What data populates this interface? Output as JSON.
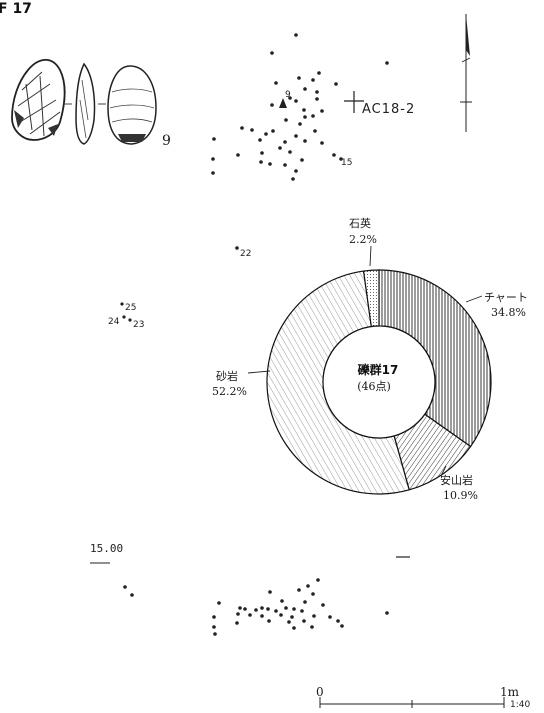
{
  "figure": {
    "heading": "F 17",
    "grid_code": "AC18-2",
    "elevation_label": "15.00",
    "artifact_number": "9",
    "artifact_marker": "9",
    "scale": {
      "start": "0",
      "end": "1m",
      "ratio": "1:40"
    }
  },
  "point_labels": [
    "15",
    "22",
    "25",
    "24",
    "23"
  ],
  "chart_data": {
    "type": "pie",
    "title": "礫群17",
    "subtitle": "(46点)",
    "slices": [
      {
        "name": "チャート",
        "percent": "34.8%",
        "value": 34.8,
        "pattern": "vertical-lines"
      },
      {
        "name": "安山岩",
        "percent": "10.9%",
        "value": 10.9,
        "pattern": "diagonal-lines"
      },
      {
        "name": "砂岩",
        "percent": "52.2%",
        "value": 52.2,
        "pattern": "fine-lines"
      },
      {
        "name": "石英",
        "percent": "2.2%",
        "value": 2.2,
        "pattern": "dots"
      }
    ]
  }
}
